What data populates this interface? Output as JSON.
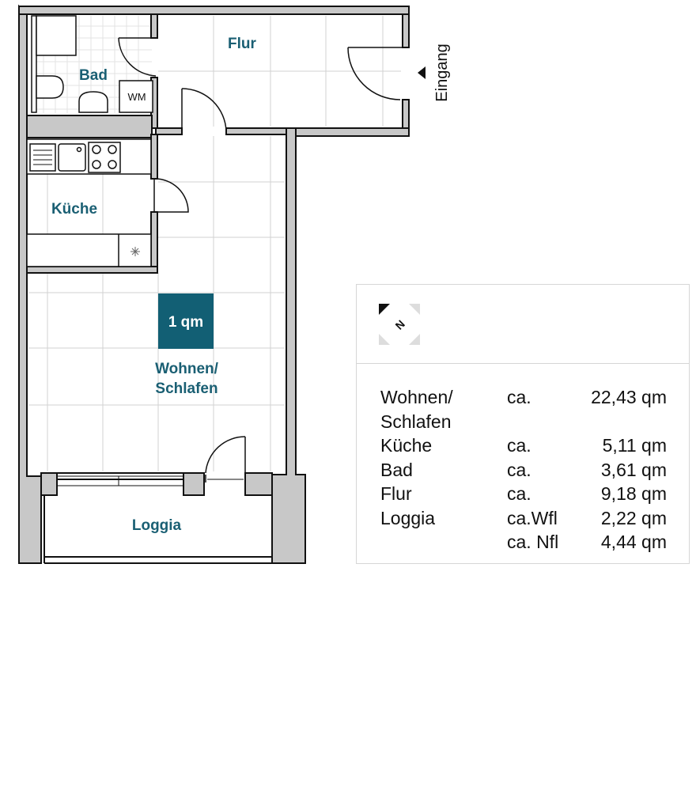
{
  "floorplan": {
    "rooms": {
      "bad": "Bad",
      "flur": "Flur",
      "kueche": "Küche",
      "wohnen_line1": "Wohnen/",
      "wohnen_line2": "Schlafen",
      "loggia": "Loggia"
    },
    "wm_label": "WM",
    "entrance_label": "Eingang",
    "scale_label": "1 qm",
    "colors": {
      "label_teal": "#1a5f73",
      "scale_fill": "#125f74",
      "wall_gray": "#c8c8c8"
    }
  },
  "compass": {
    "icon": "north-arrow-icon",
    "letter": "N"
  },
  "areas": [
    {
      "name": "Wohnen/",
      "ca": "ca.",
      "value": "22,43 qm"
    },
    {
      "name": "Schlafen",
      "ca": "",
      "value": ""
    },
    {
      "name": "Küche",
      "ca": "ca.",
      "value": "5,11 qm"
    },
    {
      "name": "Bad",
      "ca": "ca.",
      "value": "3,61 qm"
    },
    {
      "name": "Flur",
      "ca": "ca.",
      "value": "9,18 qm"
    },
    {
      "name": "Loggia",
      "ca": "ca.Wfl",
      "value": "2,22 qm"
    },
    {
      "name": "",
      "ca": "ca. Nfl",
      "value": "4,44 qm"
    }
  ]
}
